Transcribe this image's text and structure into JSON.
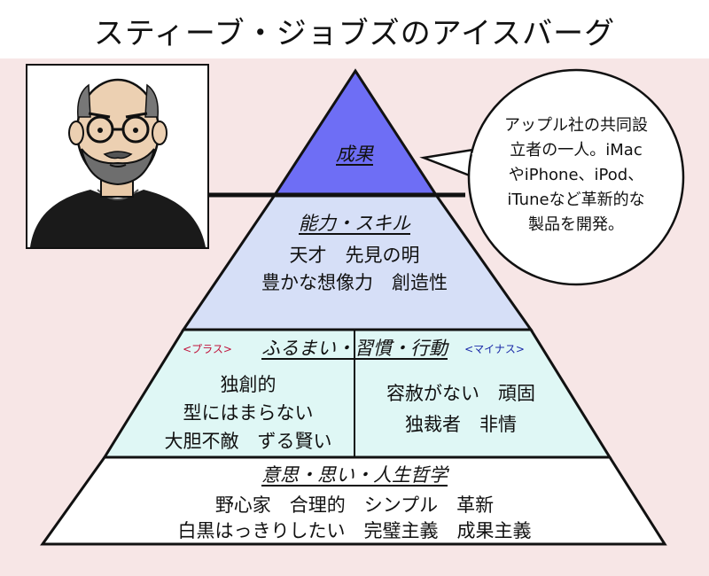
{
  "title": "スティーブ・ジョブズのアイスバーグ",
  "pyramid": {
    "top": {
      "title": "成果"
    },
    "ability": {
      "title": "能力・スキル",
      "lines": [
        "天才　先見の明",
        "豊かな想像力　創造性"
      ]
    },
    "behavior": {
      "title": "ふるまい・習慣・行動",
      "plus_tag": "<プラス>",
      "minus_tag": "<マイナス>",
      "plus_lines": [
        "独創的",
        "型にはまらない",
        "大胆不敵　ずる賢い"
      ],
      "minus_lines": [
        "容赦がない　頑固",
        "独裁者　非情"
      ]
    },
    "philosophy": {
      "title": "意思・思い・人生哲学",
      "lines": [
        "野心家　合理的　シンプル　革新",
        "白黒はっきりしたい　完璧主義　成果主義"
      ]
    }
  },
  "bubble": {
    "lines": [
      "アップル社の共同設",
      "立者の一人。iMac",
      "やiPhone、iPod、",
      "iTuneなど革新的な",
      "製品を開発。"
    ]
  },
  "colors": {
    "background": "#f7e6e6",
    "top_fill": "#6e6ef5",
    "ability_fill": "#d6dff7",
    "behavior_fill": "#dff7f5",
    "philosophy_fill": "#ffffff",
    "plus_tag": "#c0143c",
    "minus_tag": "#1a2aa8"
  },
  "icons": {
    "portrait": "steve-jobs-portrait-illustration"
  }
}
